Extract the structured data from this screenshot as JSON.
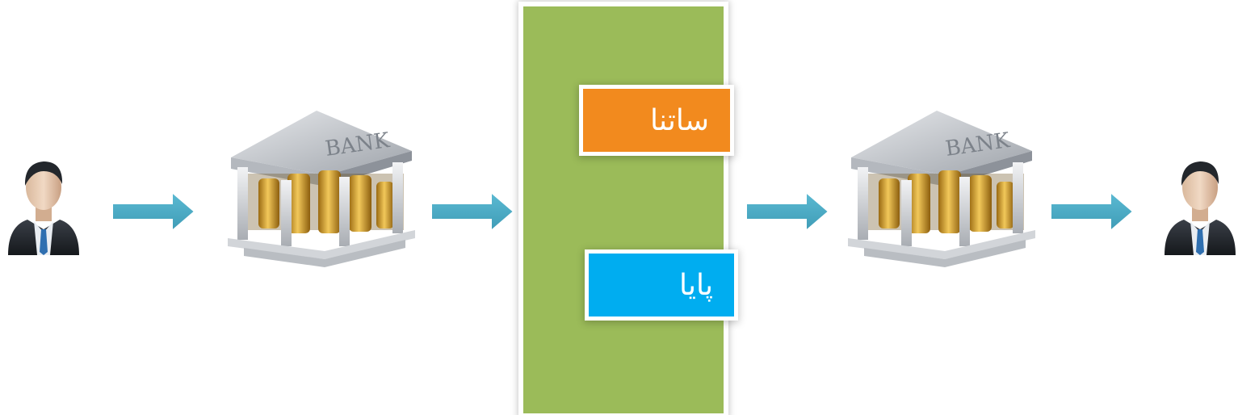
{
  "labels": {
    "satna": "ساتنا",
    "paya": "پایا"
  },
  "bank_sign": "BANK",
  "colors": {
    "panel": "#9bbb59",
    "satna_box": "#f28a1e",
    "paya_box": "#00adf0",
    "arrow": "#4bacc6"
  },
  "icons": [
    "person-icon",
    "arrow-right-icon",
    "bank-icon",
    "arrow-right-icon",
    "arrow-right-icon",
    "bank-icon",
    "arrow-right-icon",
    "person-icon"
  ]
}
